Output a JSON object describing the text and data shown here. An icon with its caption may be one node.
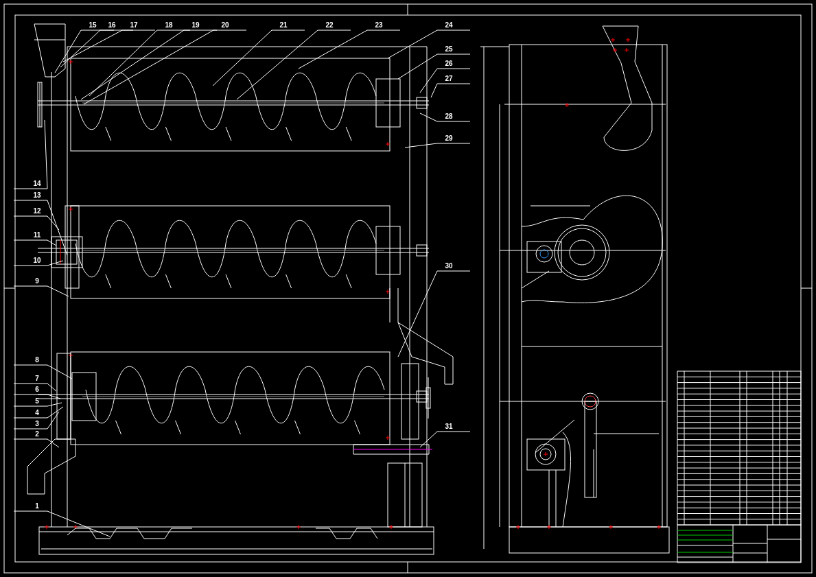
{
  "diagram": {
    "nodes": [
      {
        "text": [
          "1"
        ]
      },
      {
        "text": [
          "2"
        ]
      },
      {
        "text": [
          "3"
        ]
      },
      {
        "text": [
          "4"
        ]
      },
      {
        "text": [
          "5"
        ]
      },
      {
        "text": [
          "6"
        ]
      },
      {
        "text": [
          "7"
        ]
      },
      {
        "text": [
          "8"
        ]
      },
      {
        "text": [
          "9"
        ]
      },
      {
        "text": [
          "10"
        ]
      },
      {
        "text": [
          "11"
        ]
      },
      {
        "text": [
          "12"
        ]
      },
      {
        "text": [
          "13"
        ]
      },
      {
        "text": [
          "14"
        ]
      },
      {
        "text": [
          "15"
        ]
      },
      {
        "text": [
          "16"
        ]
      },
      {
        "text": [
          "17"
        ]
      },
      {
        "text": [
          "18"
        ]
      },
      {
        "text": [
          "19"
        ]
      },
      {
        "text": [
          "20"
        ]
      },
      {
        "text": [
          "21"
        ]
      },
      {
        "text": [
          "22"
        ]
      },
      {
        "text": [
          "23"
        ]
      },
      {
        "text": [
          "24"
        ]
      },
      {
        "text": [
          "25"
        ]
      },
      {
        "text": [
          "26"
        ]
      },
      {
        "text": [
          "27"
        ]
      },
      {
        "text": [
          "28"
        ]
      },
      {
        "text": [
          "29"
        ]
      },
      {
        "text": [
          "30"
        ]
      },
      {
        "text": [
          "31"
        ]
      }
    ],
    "edges": [
      {
        "from": 0,
        "to": null,
        "arrow": "none"
      },
      {
        "from": 1,
        "to": null,
        "arrow": "none"
      },
      {
        "from": 2,
        "to": null,
        "arrow": "none"
      },
      {
        "from": 3,
        "to": null,
        "arrow": "none"
      },
      {
        "from": 4,
        "to": null,
        "arrow": "none"
      },
      {
        "from": 5,
        "to": null,
        "arrow": "none"
      },
      {
        "from": 6,
        "to": null,
        "arrow": "none"
      },
      {
        "from": 7,
        "to": null,
        "arrow": "none"
      },
      {
        "from": 8,
        "to": null,
        "arrow": "none"
      },
      {
        "from": 9,
        "to": null,
        "arrow": "none"
      },
      {
        "from": 10,
        "to": null,
        "arrow": "none"
      },
      {
        "from": 11,
        "to": null,
        "arrow": "none"
      },
      {
        "from": 12,
        "to": null,
        "arrow": "none"
      },
      {
        "from": 13,
        "to": null,
        "arrow": "none"
      },
      {
        "from": 14,
        "to": null,
        "arrow": "none"
      },
      {
        "from": 15,
        "to": null,
        "arrow": "none"
      },
      {
        "from": 16,
        "to": null,
        "arrow": "none"
      },
      {
        "from": 17,
        "to": null,
        "arrow": "none"
      },
      {
        "from": 18,
        "to": null,
        "arrow": "none"
      },
      {
        "from": 19,
        "to": null,
        "arrow": "none"
      },
      {
        "from": 20,
        "to": null,
        "arrow": "none"
      },
      {
        "from": 21,
        "to": null,
        "arrow": "none"
      },
      {
        "from": 22,
        "to": null,
        "arrow": "none"
      },
      {
        "from": 23,
        "to": null,
        "arrow": "none"
      },
      {
        "from": 24,
        "to": null,
        "arrow": "none"
      },
      {
        "from": 25,
        "to": null,
        "arrow": "none"
      },
      {
        "from": 26,
        "to": null,
        "arrow": "none"
      },
      {
        "from": 27,
        "to": null,
        "arrow": "none"
      },
      {
        "from": 28,
        "to": null,
        "arrow": "none"
      },
      {
        "from": 29,
        "to": null,
        "arrow": "none"
      },
      {
        "from": 30,
        "to": null,
        "arrow": "none"
      }
    ]
  }
}
